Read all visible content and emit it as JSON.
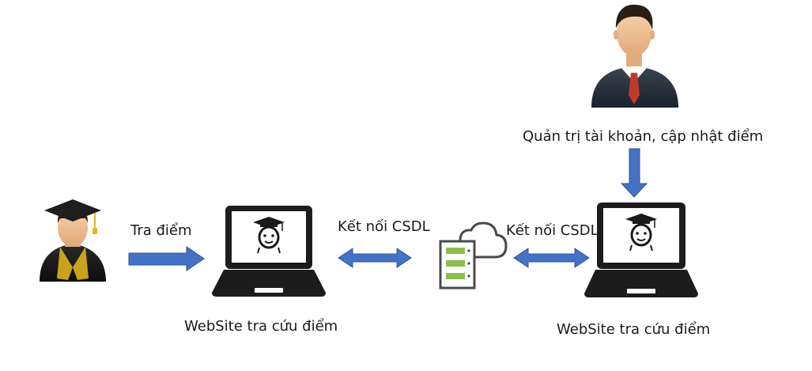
{
  "diagram": {
    "title": "",
    "labels": {
      "admin_role": "Quản trị tài khoản, cập nhật điểm",
      "student_action": "Tra điểm",
      "db_link_left": "Kết nối CSDL",
      "db_link_right": "Kết nối CSDL",
      "website_left": "WebSite tra cứu điểm",
      "website_right": "WebSite tra cứu điểm"
    },
    "nodes": [
      {
        "id": "student",
        "icon": "graduate-student-icon"
      },
      {
        "id": "admin",
        "icon": "administrator-icon"
      },
      {
        "id": "website_left",
        "icon": "laptop-icon"
      },
      {
        "id": "database",
        "icon": "cloud-server-icon"
      },
      {
        "id": "website_right",
        "icon": "laptop-icon"
      }
    ],
    "edges": [
      {
        "from": "student",
        "to": "website_left",
        "direction": "one-way",
        "label_key": "student_action"
      },
      {
        "from": "website_left",
        "to": "database",
        "direction": "two-way",
        "label_key": "db_link_left"
      },
      {
        "from": "database",
        "to": "website_right",
        "direction": "two-way",
        "label_key": "db_link_right"
      },
      {
        "from": "admin",
        "to": "website_right",
        "direction": "one-way",
        "label_key": "admin_role"
      }
    ],
    "colors": {
      "arrow": "#4472c4",
      "arrow_edge": "#2f5597",
      "server_green": "#8cbf4a",
      "suit": "#2b3340",
      "tie": "#c0392b",
      "skin": "#f3c49b",
      "cap": "#1e1e1e",
      "tassel": "#e6b422"
    }
  }
}
